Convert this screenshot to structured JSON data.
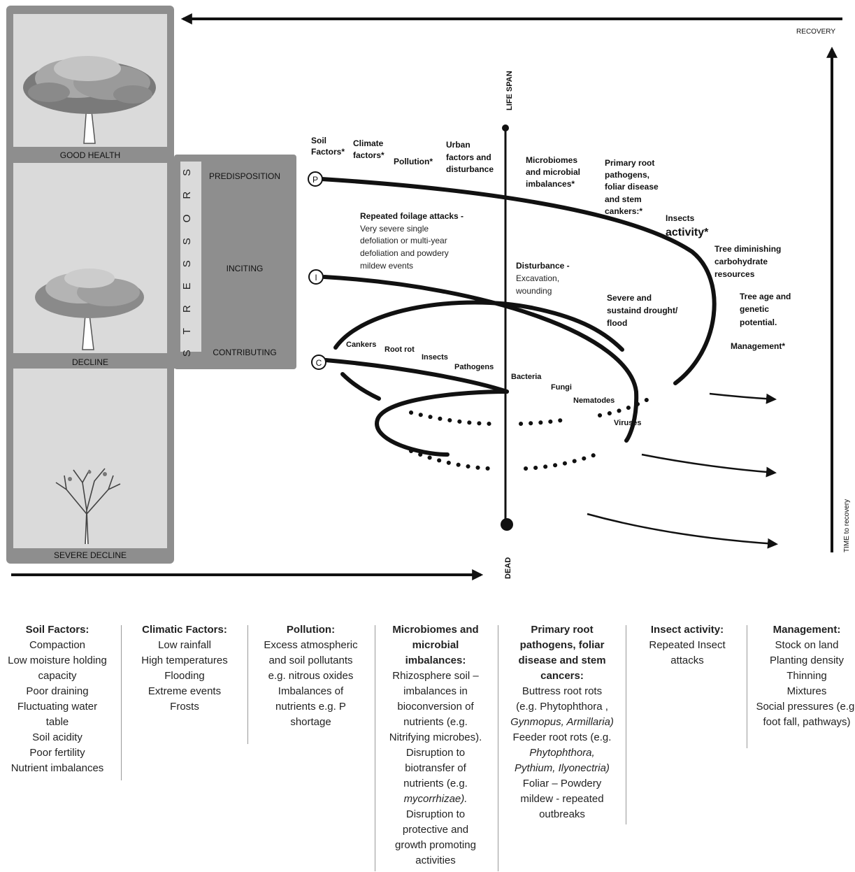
{
  "diagram": {
    "top_arrow_label": "RECOVERY",
    "right_axis_label": "TIME to recovery",
    "life_span_label": "LIFE SPAN",
    "dead_label": "DEAD",
    "health_stages": [
      "GOOD HEALTH",
      "DECLINE",
      "SEVERE DECLINE"
    ],
    "stressors_label": "STRESSORS",
    "stressor_types": [
      "PREDISPOSITION",
      "INCITING",
      "CONTRIBUTING"
    ],
    "markers": [
      "P",
      "I",
      "C"
    ],
    "spiral_labels": {
      "soil": [
        "Soil",
        "Factors*"
      ],
      "climate": [
        "Climate",
        "factors*"
      ],
      "pollution": "Pollution*",
      "urban": [
        "Urban",
        "factors and",
        "disturbance"
      ],
      "microbiomes": [
        "Microbiomes",
        "and microbial",
        "imbalances*"
      ],
      "primary_root": [
        "Primary root",
        "pathogens,",
        "foliar disease",
        "and stem",
        "cankers:*"
      ],
      "insects": "Insects",
      "activity": "activity*",
      "tree_diminishing": [
        "Tree diminishing",
        "carbohydrate",
        "resources"
      ],
      "repeated_title": "Repeated foilage attacks -",
      "repeated_body": [
        "Very severe single",
        "defoliation or multi-year",
        "defoliation and powdery",
        "mildew events"
      ],
      "disturbance_title": "Disturbance -",
      "disturbance_body": [
        "Excavation,",
        "wounding"
      ],
      "drought": [
        "Severe and",
        "sustaind drought/",
        "flood"
      ],
      "tree_age": [
        "Tree age and",
        "genetic",
        "potential."
      ],
      "management": "Management*",
      "contributing_agents": [
        "Cankers",
        "Root rot",
        "Insects",
        "Pathogens",
        "Bacteria",
        "Fungi",
        "Nematodes",
        "Viruses"
      ]
    }
  },
  "columns": [
    {
      "heading": [
        "Soil Factors:"
      ],
      "lines": [
        "Compaction",
        "Low moisture holding",
        "capacity",
        "Poor draining",
        "Fluctuating water",
        "table",
        "Soil acidity",
        "Poor fertility",
        "Nutrient imbalances"
      ]
    },
    {
      "heading": [
        "Climatic Factors:"
      ],
      "lines": [
        "Low rainfall",
        "High temperatures",
        "Flooding",
        "Extreme events",
        "Frosts"
      ]
    },
    {
      "heading": [
        "Pollution:"
      ],
      "lines": [
        "Excess atmospheric",
        "and soil pollutants",
        "e.g. nitrous oxides",
        "Imbalances of",
        "nutrients e.g. P",
        "shortage"
      ]
    },
    {
      "heading": [
        "Microbiomes and",
        "microbial",
        "imbalances:"
      ],
      "lines": [
        "Rhizosphere soil –",
        "imbalances in",
        "bioconversion of",
        "nutrients (e.g.",
        "Nitrifying microbes).",
        "Disruption to",
        "biotransfer of",
        "nutrients  (e.g.",
        "mycorrhizae).",
        "Disruption to",
        "protective and",
        "growth promoting",
        "activities"
      ]
    },
    {
      "heading": [
        "Primary root",
        "pathogens, foliar",
        "disease and stem",
        "cancers:"
      ],
      "lines": [
        "Buttress root rots",
        "(e.g. Phytophthora ,",
        "Gynmopus, Armillaria)",
        "Feeder root rots (e.g.",
        "Phytophthora,",
        "Pythium, Ilyonectria)",
        "Foliar – Powdery",
        "mildew - repeated",
        "outbreaks"
      ]
    },
    {
      "heading": [
        "Insect activity:"
      ],
      "lines": [
        "Repeated Insect",
        "attacks"
      ]
    },
    {
      "heading": [
        "Management:"
      ],
      "lines": [
        "Stock on land",
        "Planting density",
        "Thinning",
        "Mixtures",
        "Social pressures (e.g.",
        "foot fall, pathways)"
      ]
    }
  ]
}
